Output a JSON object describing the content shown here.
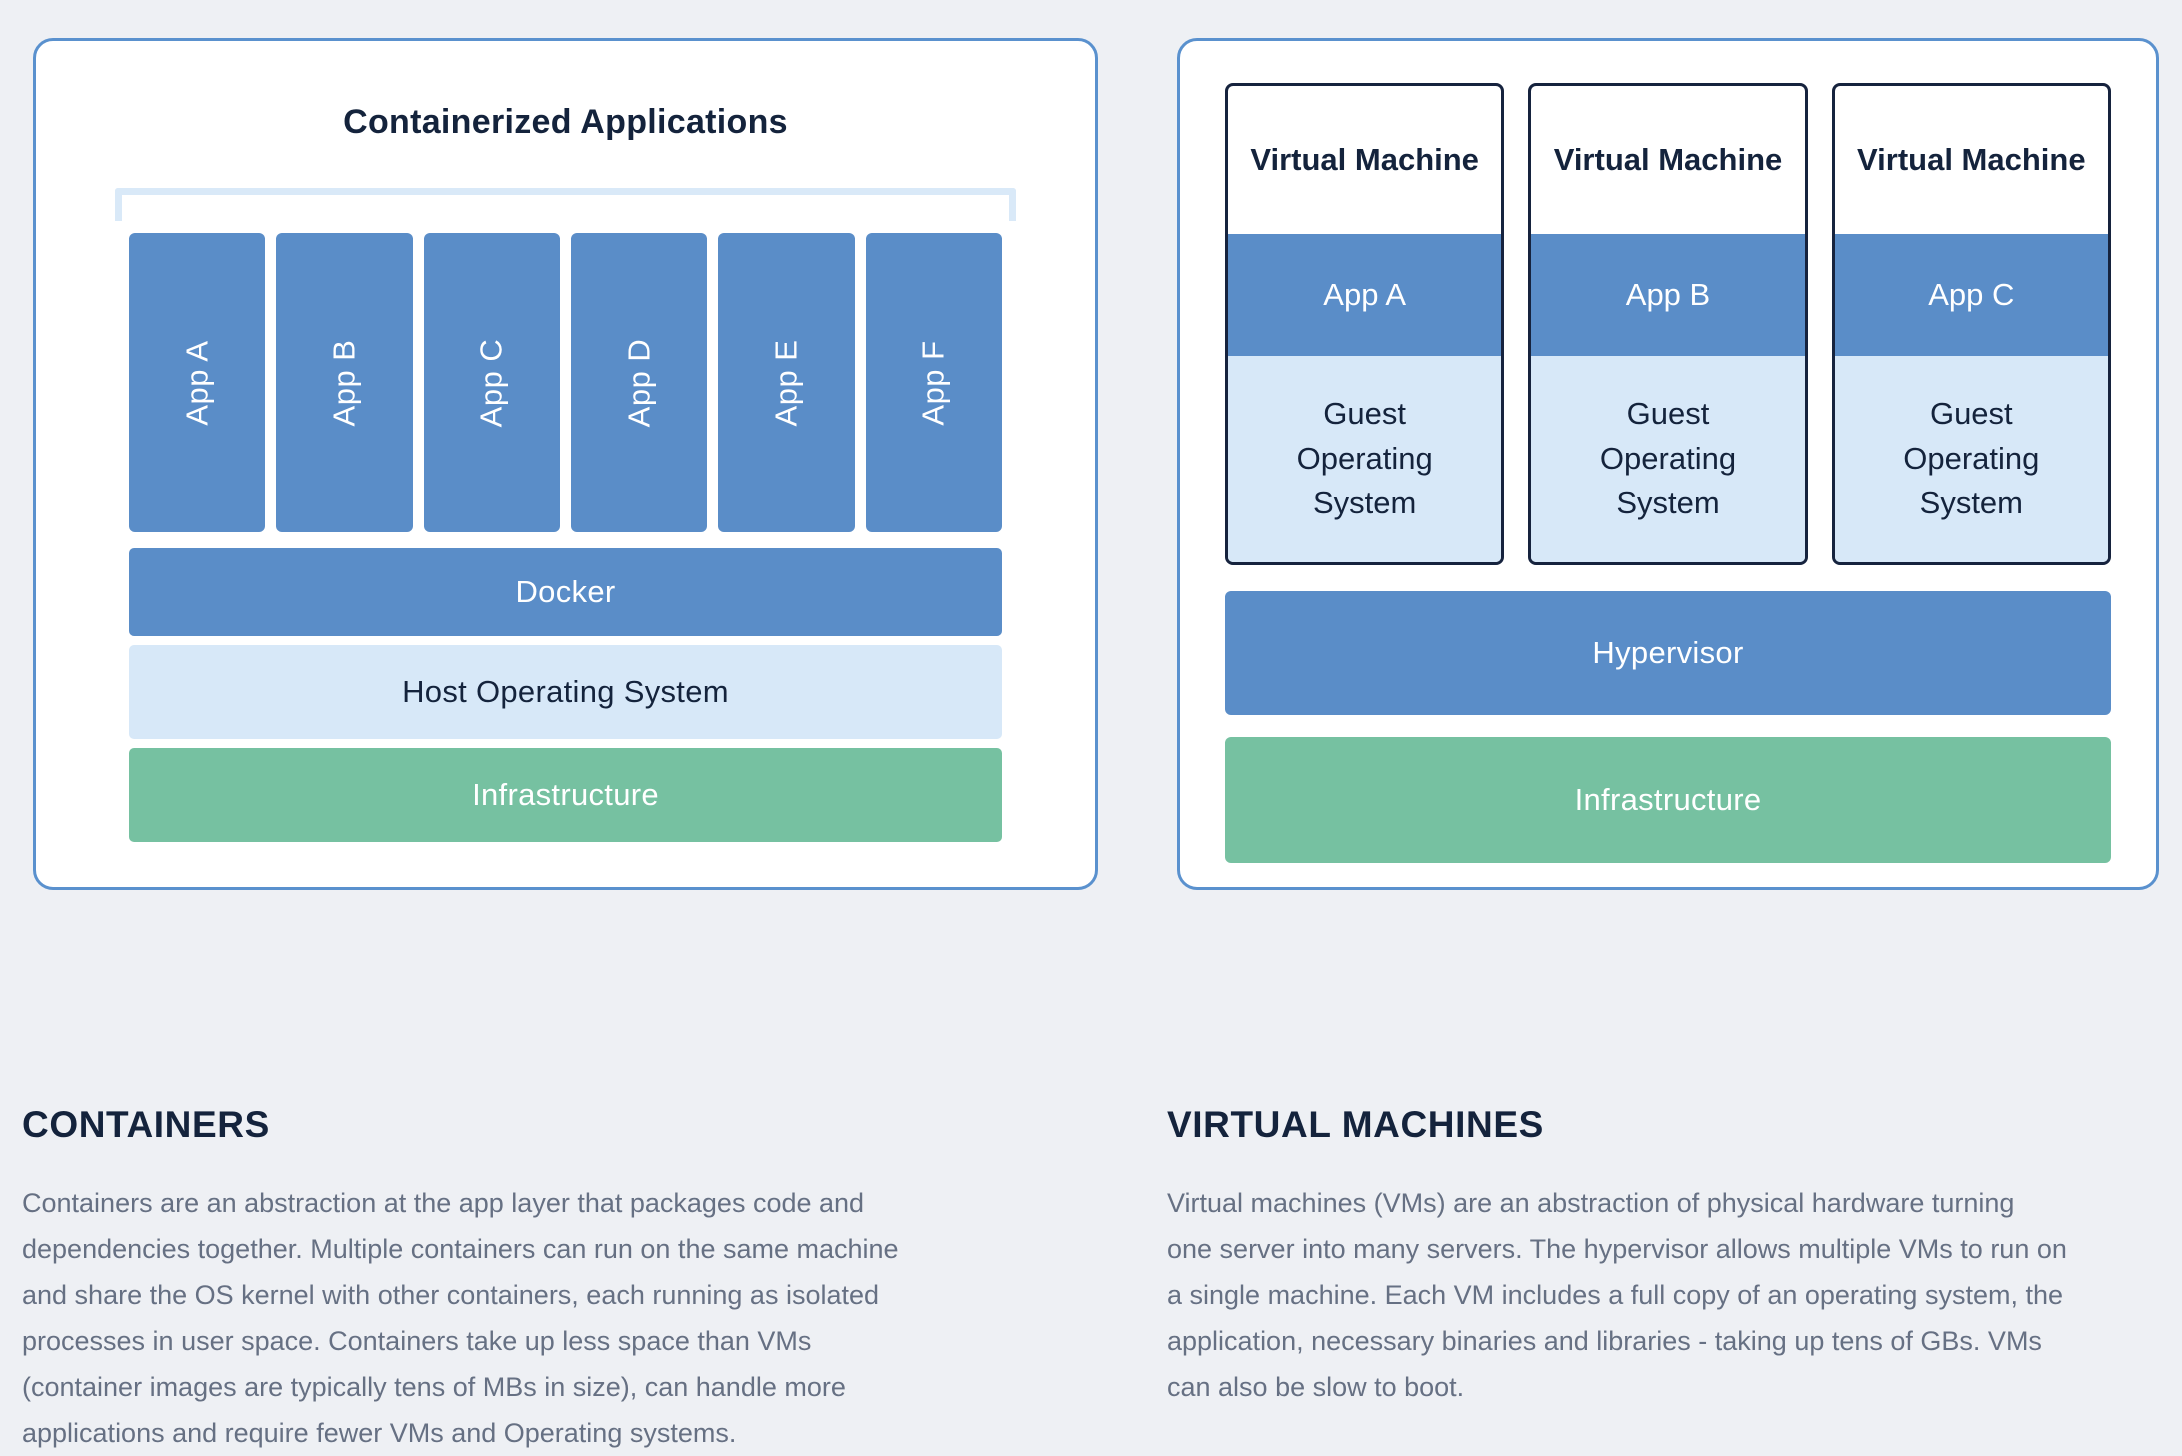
{
  "diagram": {
    "containers_panel": {
      "title": "Containerized Applications",
      "apps": [
        "App A",
        "App B",
        "App C",
        "App D",
        "App E",
        "App F"
      ],
      "layers": {
        "docker": "Docker",
        "host_os": "Host Operating System",
        "infrastructure": "Infrastructure"
      }
    },
    "vm_panel": {
      "vms": [
        {
          "title": "Virtual Machine",
          "app": "App A",
          "guest_os": "Guest\nOperating\nSystem"
        },
        {
          "title": "Virtual Machine",
          "app": "App B",
          "guest_os": "Guest\nOperating\nSystem"
        },
        {
          "title": "Virtual Machine",
          "app": "App C",
          "guest_os": "Guest\nOperating\nSystem"
        }
      ],
      "layers": {
        "hypervisor": "Hypervisor",
        "infrastructure": "Infrastructure"
      }
    }
  },
  "descriptions": {
    "containers": {
      "heading": "CONTAINERS",
      "body": "Containers are an abstraction at the app layer that packages code and\ndependencies together. Multiple containers can run on the same machine\nand share the OS kernel with other containers, each running as isolated\nprocesses in user space. Containers take up less space than VMs\n(container images are typically tens of MBs in size), can handle more\napplications and require fewer VMs and Operating systems."
    },
    "virtual_machines": {
      "heading": "VIRTUAL MACHINES",
      "body": "Virtual machines (VMs) are an abstraction of physical hardware turning\none server into many servers. The hypervisor allows multiple VMs to run on\na single machine. Each VM includes a full copy of an operating system, the\napplication, necessary binaries and libraries - taking up tens of GBs. VMs\ncan also be slow to boot."
    }
  },
  "colors": {
    "accent_blue": "#5a8dc8",
    "light_blue": "#d7e8f8",
    "bracket_blue": "#d9e9f8",
    "green": "#76c1a1",
    "navy_text": "#14233c",
    "vm_border": "#16233e",
    "card_border": "#5a91ce",
    "page_background": "#eef0f4",
    "body_text": "#667083"
  }
}
